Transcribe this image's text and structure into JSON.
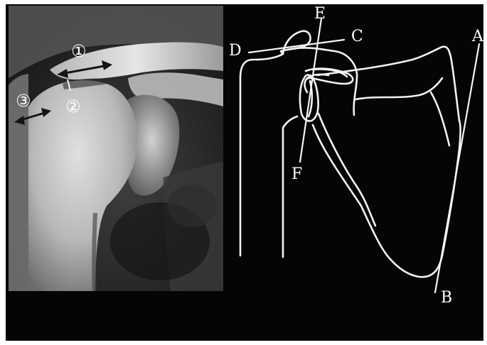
{
  "figure": {
    "colors": {
      "background_frame": "#ffffff",
      "panel_black": "#050505",
      "bone_light": "#d9d9d9",
      "bone_mid": "#8f8f8f",
      "trace_white": "#f2f2f2"
    },
    "xray_panel": {
      "markers": [
        {
          "id": "m1",
          "text": "①"
        },
        {
          "id": "m2",
          "text": "②"
        },
        {
          "id": "m3",
          "text": "③"
        }
      ]
    },
    "tracing_panel": {
      "line_labels": [
        {
          "id": "A",
          "text": "A"
        },
        {
          "id": "B",
          "text": "B"
        },
        {
          "id": "C",
          "text": "C"
        },
        {
          "id": "D",
          "text": "D"
        },
        {
          "id": "E",
          "text": "E"
        },
        {
          "id": "F",
          "text": "F"
        }
      ]
    }
  }
}
